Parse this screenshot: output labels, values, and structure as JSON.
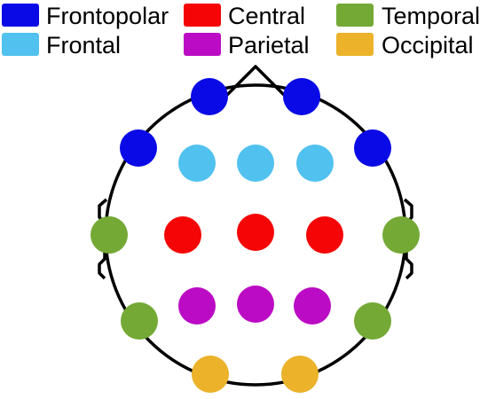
{
  "legend": {
    "items": [
      {
        "key": "frontopolar",
        "label": "Frontopolar",
        "color": "#0a0ae6"
      },
      {
        "key": "central",
        "label": "Central",
        "color": "#f50505"
      },
      {
        "key": "temporal",
        "label": "Temporal",
        "color": "#74a935"
      },
      {
        "key": "frontal",
        "label": "Frontal",
        "color": "#51c1ef"
      },
      {
        "key": "parietal",
        "label": "Parietal",
        "color": "#bb0bc4"
      },
      {
        "key": "occipital",
        "label": "Occipital",
        "color": "#ebb22a"
      }
    ]
  },
  "head": {
    "outline_color": "#000000"
  },
  "electrodes": [
    {
      "region": "frontopolar"
    },
    {
      "region": "frontopolar"
    },
    {
      "region": "frontopolar"
    },
    {
      "region": "frontopolar"
    },
    {
      "region": "frontal"
    },
    {
      "region": "frontal"
    },
    {
      "region": "frontal"
    },
    {
      "region": "temporal"
    },
    {
      "region": "central"
    },
    {
      "region": "central"
    },
    {
      "region": "central"
    },
    {
      "region": "temporal"
    },
    {
      "region": "temporal"
    },
    {
      "region": "parietal"
    },
    {
      "region": "parietal"
    },
    {
      "region": "parietal"
    },
    {
      "region": "temporal"
    },
    {
      "region": "occipital"
    },
    {
      "region": "occipital"
    }
  ]
}
